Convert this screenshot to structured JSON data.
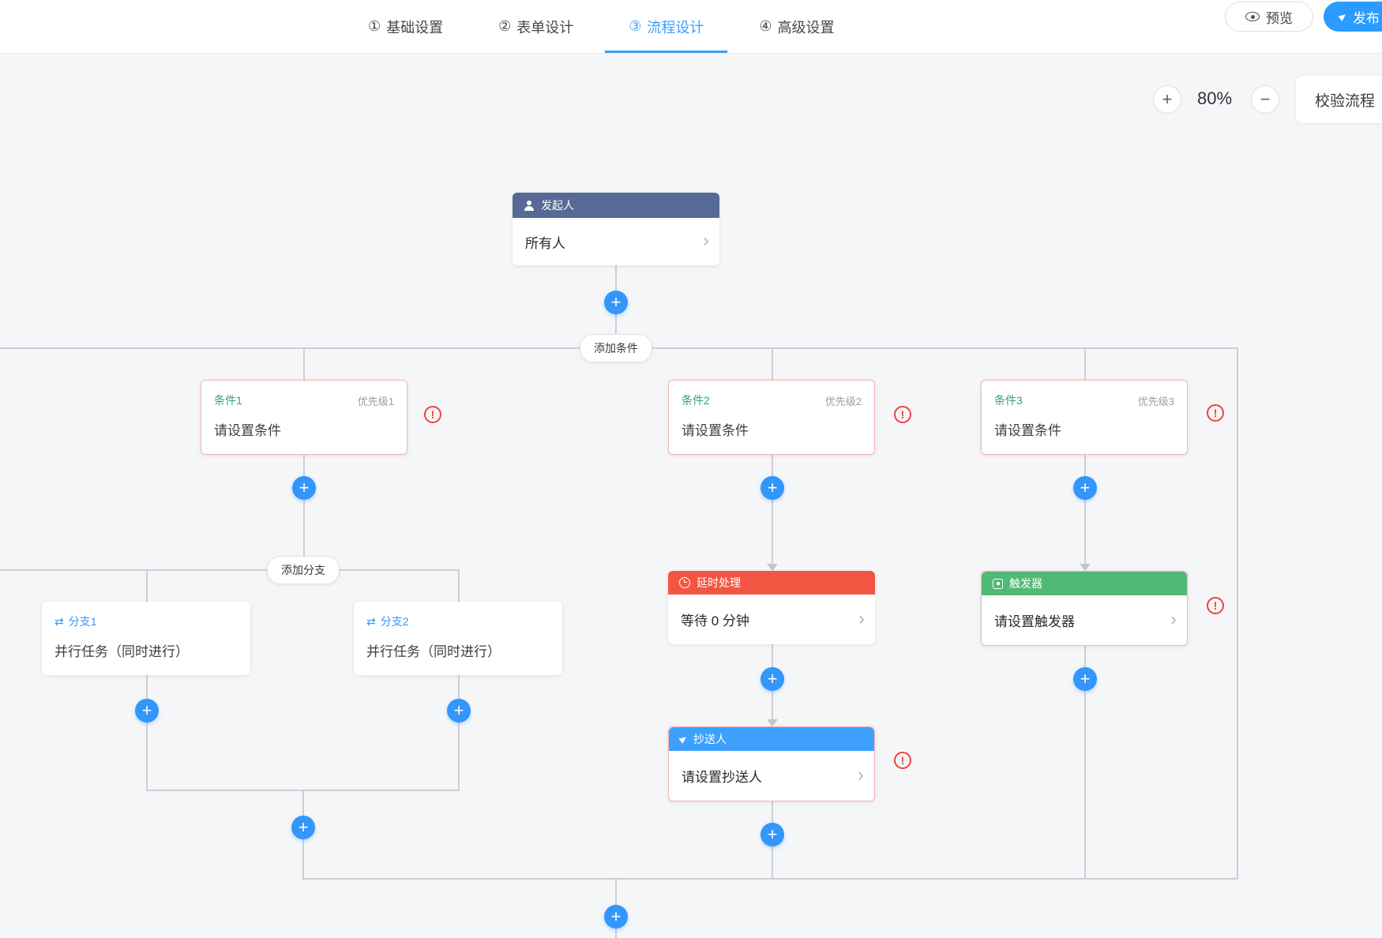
{
  "header": {
    "tabs": [
      {
        "num": "①",
        "label": "基础设置"
      },
      {
        "num": "②",
        "label": "表单设计"
      },
      {
        "num": "③",
        "label": "流程设计"
      },
      {
        "num": "④",
        "label": "高级设置"
      }
    ],
    "preview_label": "预览",
    "publish_label": "发布"
  },
  "toolbar": {
    "zoom_level": "80%",
    "validate_label": "校验流程"
  },
  "flow": {
    "start": {
      "title": "发起人",
      "value": "所有人"
    },
    "add_condition_label": "添加条件",
    "add_branch_label": "添加分支",
    "conditions": [
      {
        "name": "条件1",
        "priority": "优先级1",
        "value": "请设置条件"
      },
      {
        "name": "条件2",
        "priority": "优先级2",
        "value": "请设置条件"
      },
      {
        "name": "条件3",
        "priority": "优先级3",
        "value": "请设置条件"
      }
    ],
    "branches": [
      {
        "name": "分支1",
        "value": "并行任务（同时进行）"
      },
      {
        "name": "分支2",
        "value": "并行任务（同时进行）"
      }
    ],
    "delay": {
      "title": "延时处理",
      "value": "等待 0 分钟"
    },
    "cc": {
      "title": "抄送人",
      "value": "请设置抄送人"
    },
    "trigger": {
      "title": "触发器",
      "value": "请设置触发器"
    }
  },
  "icons": {
    "plus": "+",
    "minus": "−",
    "chevron": "›",
    "exclamation": "!",
    "branch": "⇄"
  },
  "colors": {
    "accent_blue": "#3296fa",
    "start_header": "#576a95",
    "delay_header": "#f25643",
    "cc_header": "#3da0fd",
    "trigger_header": "#52b875",
    "condition_green": "#2ea56d",
    "error_red": "#f2413d",
    "error_border": "#f6b6b3",
    "canvas_bg": "#f5f6f8"
  }
}
